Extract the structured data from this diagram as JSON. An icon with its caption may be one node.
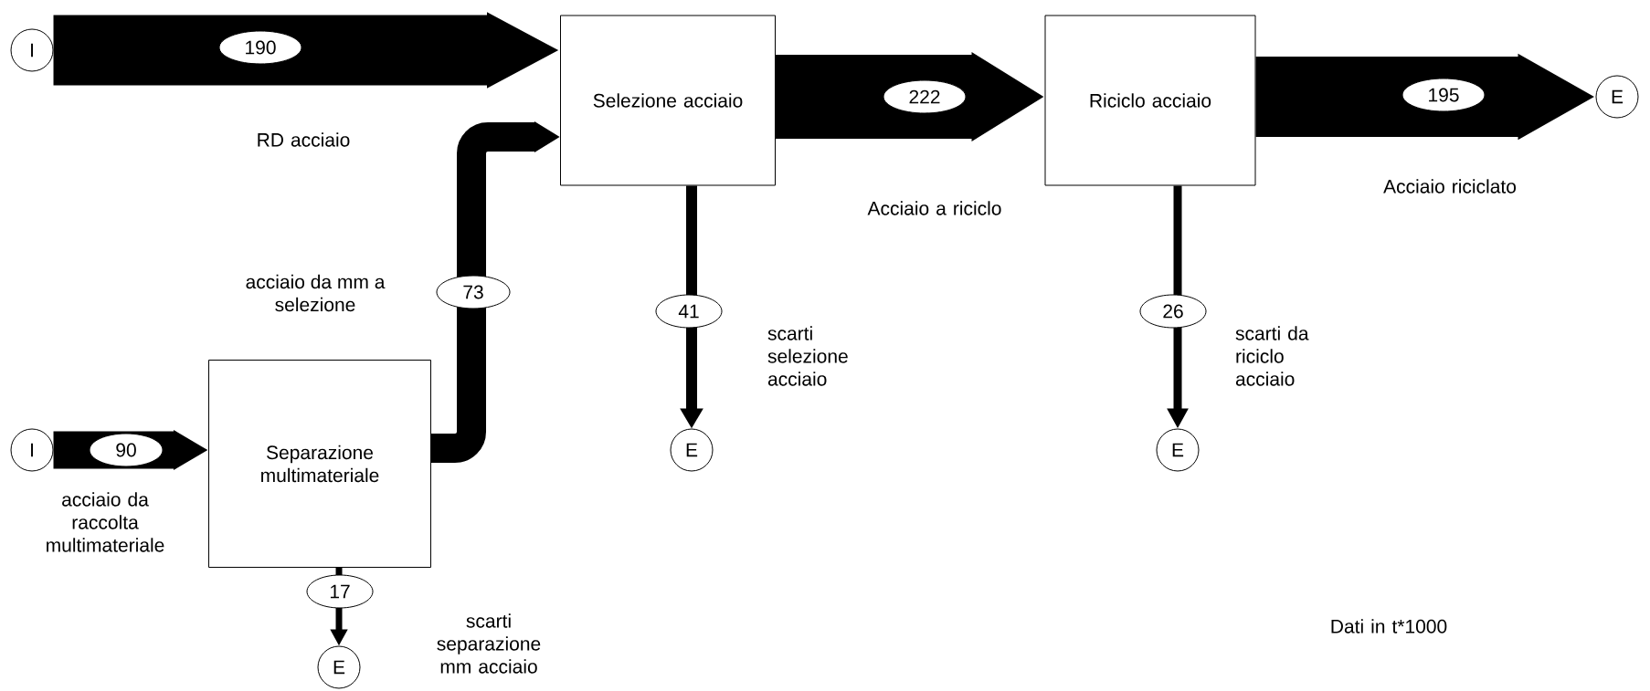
{
  "diagram": {
    "nodes": [
      {
        "text": [
          "I"
        ]
      },
      {
        "text": [
          "Selezione acciaio"
        ]
      },
      {
        "text": [
          "Riciclo acciaio"
        ]
      },
      {
        "text": [
          "E"
        ]
      },
      {
        "text": [
          "I"
        ]
      },
      {
        "text": [
          "Separazione multimateriale"
        ]
      },
      {
        "text": [
          "E"
        ]
      },
      {
        "text": [
          "E"
        ]
      },
      {
        "text": [
          "E"
        ]
      }
    ],
    "edges": [
      {
        "from": 0,
        "to": 1,
        "arrow": "to",
        "label": "190",
        "style": "thick"
      },
      {
        "from": 1,
        "to": 2,
        "arrow": "to",
        "label": "222",
        "style": "thick"
      },
      {
        "from": 2,
        "to": 3,
        "arrow": "to",
        "label": "195",
        "style": "thick"
      },
      {
        "from": 4,
        "to": 5,
        "arrow": "to",
        "label": "90"
      },
      {
        "from": 5,
        "to": 1,
        "arrow": "to",
        "label": "73"
      },
      {
        "from": 1,
        "to": 6,
        "arrow": "to",
        "label": "41"
      },
      {
        "from": 2,
        "to": 7,
        "arrow": "to",
        "label": "26"
      },
      {
        "from": 5,
        "to": 8,
        "arrow": "to",
        "label": "17"
      }
    ],
    "labels": [
      "RD acciaio",
      "Acciaio riciclato",
      "Acciaio a riciclo",
      "acciaio da mm a selezione",
      "scarti selezione acciaio",
      "scarti da riciclo acciaio",
      "acciaio da raccolta multimateriale",
      "scarti separazione mm acciaio",
      "Dati in t*1000"
    ]
  }
}
